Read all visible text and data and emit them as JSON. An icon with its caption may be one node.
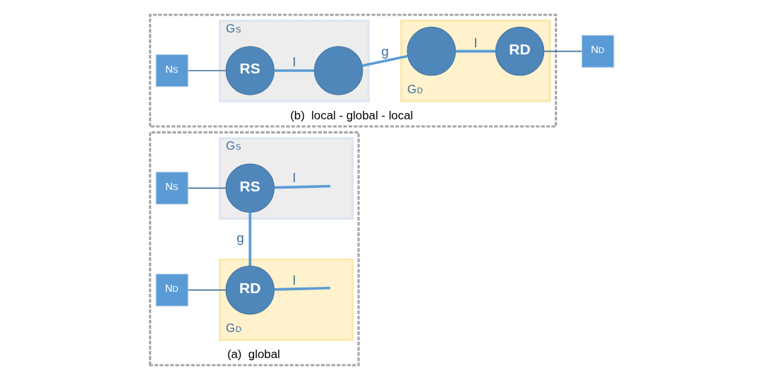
{
  "diagram": {
    "nodes": [
      {
        "text": [],
        "shape": "box",
        "beside": [
          "(a)  global"
        ]
      },
      {
        "text": [
          "G$_{S}$"
        ],
        "in": 0
      },
      {
        "text": [
          "RS"
        ],
        "in": 1
      },
      {
        "text": [
          "G$_{D}$"
        ],
        "in": 0
      },
      {
        "text": [
          "RD"
        ],
        "in": 3
      },
      {
        "text": [
          "N$_{S}$"
        ],
        "in": 0
      },
      {
        "text": [
          "N$_{D}$"
        ],
        "in": 0
      },
      {
        "text": [],
        "shape": "box",
        "beside": [
          "(b)  local - global - local"
        ]
      },
      {
        "text": [
          "G$_{S}$"
        ],
        "in": 7
      },
      {
        "text": [
          "N$_{S}$"
        ],
        "in": 7
      },
      {
        "text": [
          "RS"
        ],
        "in": 8
      },
      {
        "text": [],
        "shape": "circle",
        "in": 8
      },
      {
        "text": [
          "G$_{D}$"
        ],
        "in": 7
      },
      {
        "text": [],
        "shape": "circle",
        "in": 12
      },
      {
        "text": [
          "RD"
        ],
        "in": 12
      },
      {
        "text": [
          "N$_{D}$"
        ]
      }
    ],
    "edges": [
      {
        "from": 5,
        "to": 2,
        "arrow": "none",
        "color": "#41719c"
      },
      {
        "from": 2,
        "to": null,
        "arrow": "none",
        "label": "l"
      },
      {
        "from": 2,
        "to": 4,
        "arrow": "none",
        "label": "g"
      },
      {
        "from": 6,
        "to": 4,
        "arrow": "none",
        "color": "#41719c"
      },
      {
        "from": 4,
        "to": null,
        "arrow": "none",
        "label": "l"
      },
      {
        "from": 9,
        "to": 10,
        "arrow": "none",
        "color": "#41719c"
      },
      {
        "from": 10,
        "to": 11,
        "arrow": "none",
        "label": "l"
      },
      {
        "from": 11,
        "to": 13,
        "arrow": "none",
        "label": "g"
      },
      {
        "from": 13,
        "to": 14,
        "arrow": "none",
        "label": "l"
      },
      {
        "from": 14,
        "to": 15,
        "arrow": "none",
        "color": "#41719c"
      }
    ]
  }
}
